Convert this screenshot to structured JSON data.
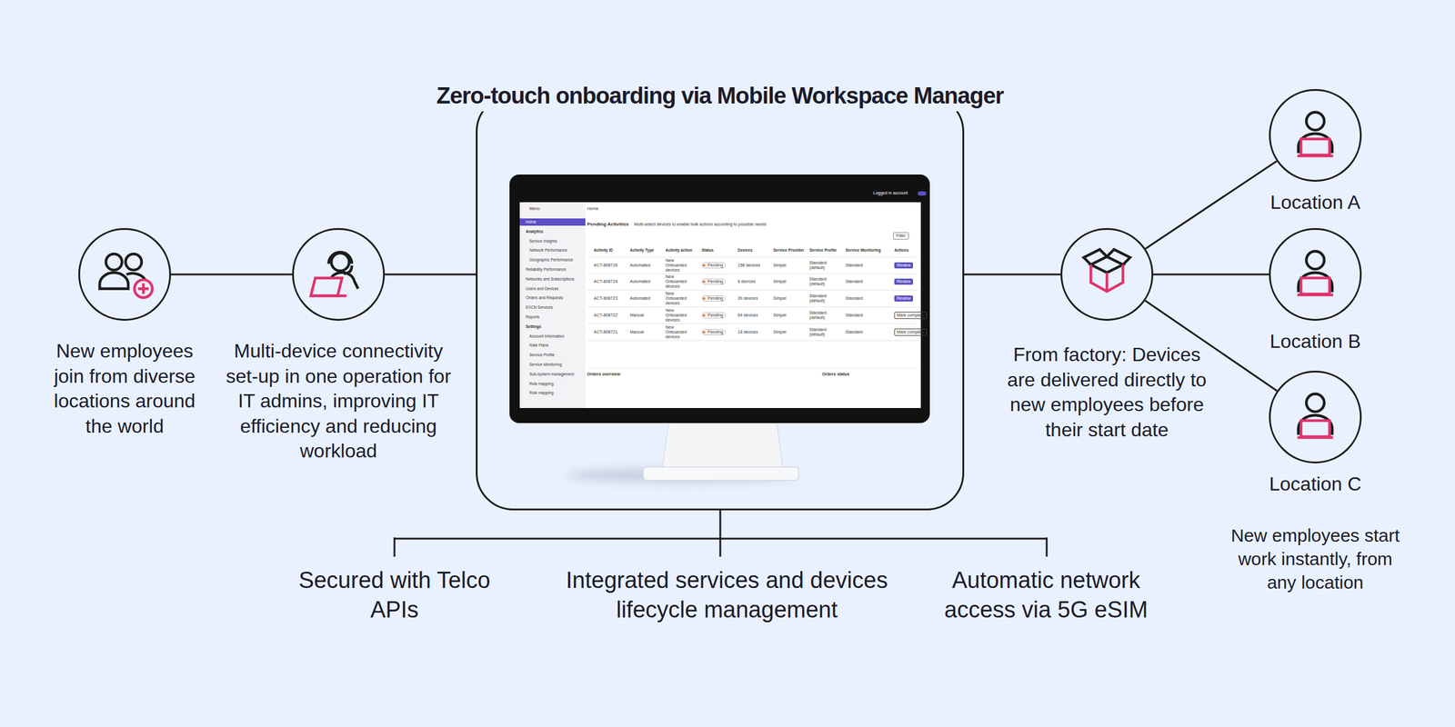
{
  "diagram": {
    "nodes": [
      {
        "text": [
          "New employees join from diverse locations around the world"
        ]
      },
      {
        "text": [
          "Multi-device connectivity set-up in one operation for IT admins, improving IT efficiency and reducing workload"
        ]
      },
      {
        "text": [
          "Zero-touch onboarding via Mobile Workspace Manager"
        ]
      },
      {
        "text": [
          "From factory: Devices are delivered directly to new employees before their start date"
        ]
      },
      {
        "text": [
          "Location A"
        ]
      },
      {
        "text": [
          "Location B"
        ]
      },
      {
        "text": [
          "Location C"
        ]
      }
    ],
    "edges": [
      {
        "from": 0,
        "to": 1,
        "arrow": "none"
      },
      {
        "from": 1,
        "to": 2,
        "arrow": "none"
      },
      {
        "from": 2,
        "to": 3,
        "arrow": "none"
      },
      {
        "from": 3,
        "to": 4,
        "arrow": "none"
      },
      {
        "from": 3,
        "to": 5,
        "arrow": "none"
      },
      {
        "from": 3,
        "to": 6,
        "arrow": "none"
      }
    ],
    "labels": [
      "New employees start work instantly, from any location",
      "Secured with Telco APIs",
      "Integrated services and devices lifecycle management",
      "Automatic network access via 5G eSIM",
      "Logged in account",
      "Menu",
      "Home",
      "Home",
      "Analytics",
      "Service Insights",
      "Network Performance",
      "Geographic Performance",
      "Reliability Performance",
      "Networks and Subscriptions",
      "Users and Devices",
      "Orders and Requests",
      "EVCN Services",
      "Reports",
      "Settings",
      "Account Information",
      "Rate Plans",
      "Service Profile",
      "Service Monitoring",
      "Sub-system management",
      "Role mapping",
      "Role mapping",
      "Pending Activities",
      "Multi-select devices to enable bulk actions according to possible needs",
      "Filter",
      "Activity ID",
      "Activity Type",
      "Activity action",
      "Status",
      "Devices",
      "Service Provider",
      "Service Profile",
      "Service Monitoring",
      "Actions",
      "ACT-808726",
      "Automated",
      "New Onboarded devices",
      "Pending",
      "158 devices",
      "Simpel",
      "Standard (default)",
      "Standard",
      "Review",
      "ACT-808724",
      "Automated",
      "New Onboarded devices",
      "Pending",
      "6 devices",
      "Simpel",
      "Standard (default)",
      "Standard",
      "Review",
      "ACT-808723",
      "Automated",
      "New Onboarded devices",
      "Pending",
      "39 devices",
      "Simpel",
      "Standard (default)",
      "Standard",
      "Review",
      "ACT-808722",
      "Manual",
      "New Onboarded devices",
      "Pending",
      "64 devices",
      "Simpel",
      "Standard (default)",
      "Standard",
      "Mark complete",
      "ACT-808721",
      "Manual",
      "New Onboarded devices",
      "Pending",
      "18 devices",
      "Simpel",
      "Standard (default)",
      "Standard",
      "Mark complete",
      "Orders overview",
      "Orders status"
    ]
  }
}
